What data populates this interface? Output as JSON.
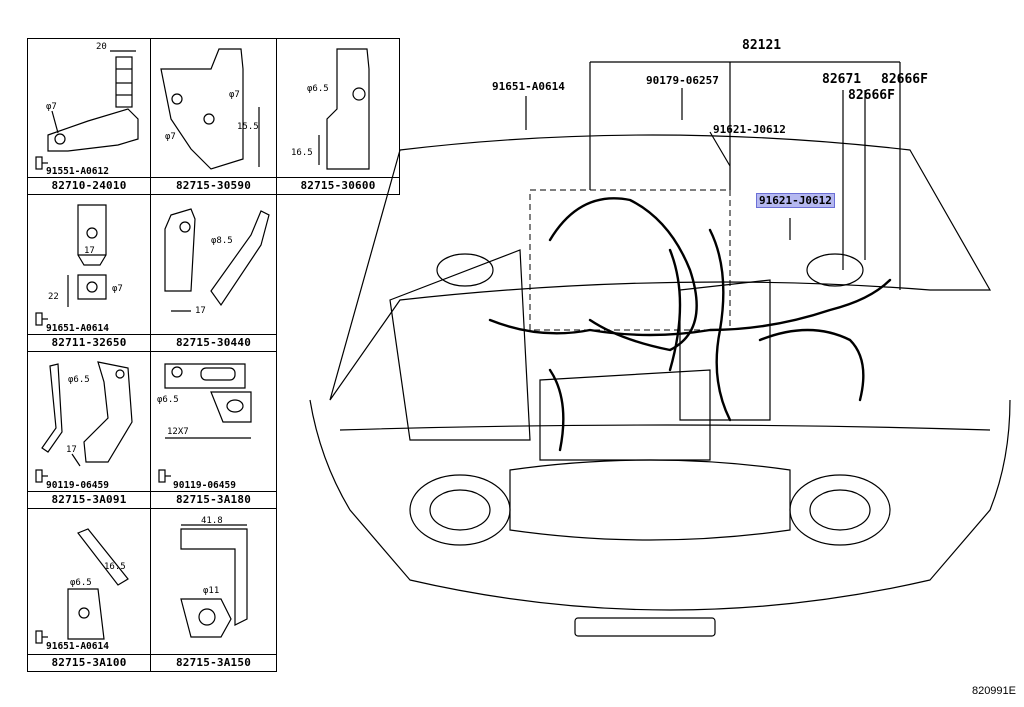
{
  "figure_id": "820991E",
  "detail_panels": [
    {
      "part": "82710-24010",
      "bolt": "91551-A0612",
      "dims": [
        "20",
        "φ7"
      ]
    },
    {
      "part": "82715-30590",
      "dims": [
        "φ7",
        "φ7",
        "15.5"
      ]
    },
    {
      "part": "82715-30600",
      "dims": [
        "φ6.5",
        "16.5"
      ]
    },
    {
      "part": "82711-32650",
      "bolt": "91651-A0614",
      "dims": [
        "17",
        "22",
        "φ7"
      ]
    },
    {
      "part": "82715-30440",
      "dims": [
        "φ8.5",
        "17"
      ]
    },
    {
      "part": "82715-3A091",
      "bolt": "90119-06459",
      "dims": [
        "φ6.5",
        "17"
      ]
    },
    {
      "part": "82715-3A180",
      "bolt": "90119-06459",
      "dims": [
        "φ6.5",
        "12X7"
      ]
    },
    {
      "part": "82715-3A100",
      "bolt": "91651-A0614",
      "dims": [
        "16.5",
        "φ6.5"
      ]
    },
    {
      "part": "82715-3A150",
      "dims": [
        "41.8",
        "φ11"
      ]
    }
  ],
  "callouts": {
    "main_harness": "82121",
    "bolt_left": "91651-A0614",
    "bolt_mid": "90179-06257",
    "bolt_upper": "91621-J0612",
    "bolt_highlighted": "91621-J0612",
    "part_82671": "82671",
    "part_82666f_a": "82666F",
    "part_82666f_b": "82666F"
  }
}
